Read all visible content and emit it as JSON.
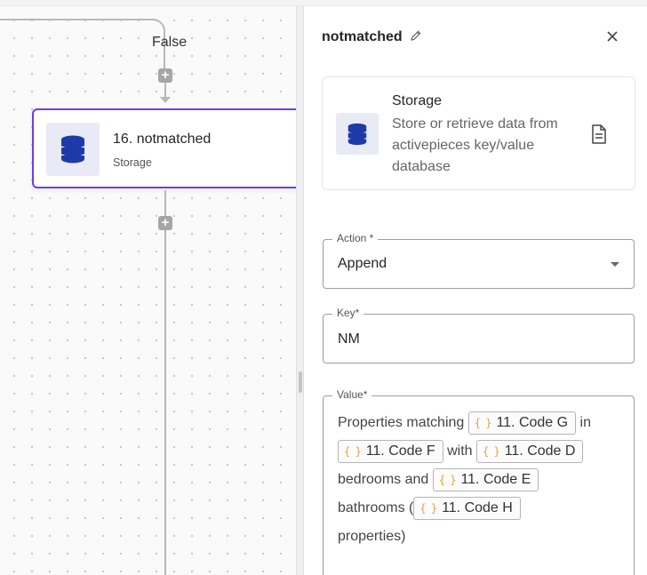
{
  "canvas": {
    "branch_label": "False",
    "add_step_icon": "plus-icon",
    "step": {
      "title": "16. notmatched",
      "subtitle": "Storage",
      "icon": "database-icon"
    }
  },
  "panel": {
    "title": "notmatched",
    "edit_icon": "pencil-icon",
    "close_icon": "close-icon",
    "piece": {
      "name": "Storage",
      "description": "Store or retrieve data from activepieces key/value database",
      "icon": "database-icon",
      "docs_icon": "document-icon"
    },
    "action_field": {
      "label": "Action *",
      "value": "Append"
    },
    "key_field": {
      "label": "Key*",
      "value": "NM"
    },
    "value_field": {
      "label": "Value*",
      "text_1": "Properties matching",
      "chip_1": "11. Code G",
      "text_2": "in",
      "chip_2": "11. Code F",
      "text_3": "with",
      "chip_3": "11. Code D",
      "text_4": "bedrooms and",
      "chip_4": "11. Code E",
      "text_5": "bathrooms (",
      "chip_5": "11. Code H",
      "text_6": "properties)",
      "chip_icon": "{ }"
    }
  },
  "colors": {
    "accent": "#6f3ee5",
    "database_icon": "#1f3aa8",
    "chip_icon": "#e8a33a"
  }
}
